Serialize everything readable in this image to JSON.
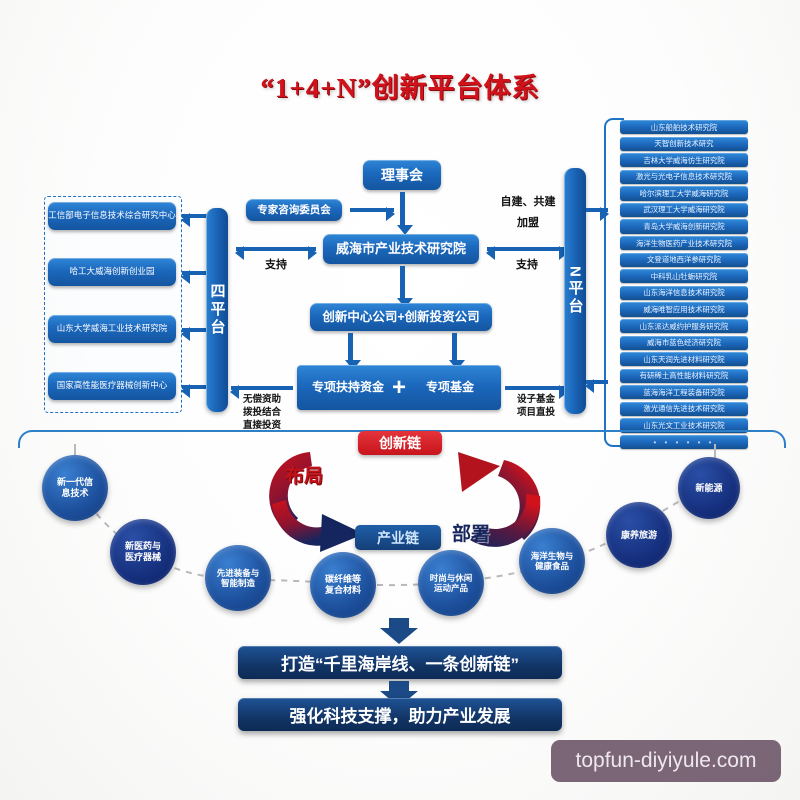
{
  "title": "“1+4+N”创新平台体系",
  "left_panel": {
    "name": "四平台",
    "bar_label": "四平台",
    "items": [
      {
        "label": "工信部电子信息技术综合研究中心"
      },
      {
        "label": "哈工大威海创新创业园"
      },
      {
        "label": "山东大学威海工业技术研究院"
      },
      {
        "label": "国家高性能医疗器械创新中心"
      }
    ]
  },
  "center": {
    "board": "理事会",
    "advisory": "专家咨询委员会",
    "institute": "威海市产业技术研究院",
    "companies": "创新中心公司+创新投资公司",
    "fund_left": "专项扶持资金",
    "fund_plus": "+",
    "fund_right": "专项基金",
    "support_left": "支持",
    "support_right": "支持",
    "mode_right_line1": "自建、共建",
    "mode_right_line2": "加盟",
    "note_left": "无偿资助\n拨投结合\n直接投资",
    "note_right": "设子基金\n项目直投"
  },
  "right_panel": {
    "bar_label": "N平台",
    "items": [
      "山东船舶技术研究院",
      "天智创新技术研究",
      "吉林大学威海仿生研究院",
      "激光与光电子信息技术研究院",
      "哈尔滨理工大学威海研究院",
      "武汉理工大学威海研究院",
      "青岛大学威海创新研究院",
      "海洋生物医药产业技术研究院",
      "文登道地西洋参研究院",
      "中科乳山牡蛎研究院",
      "山东海洋信息技术研究院",
      "威海唯智应用技术研究院",
      "山东派达威约护服务研究院",
      "威海市蓝色经济研究院",
      "山东天润先进材料研究院",
      "有研稀土高性能材料研究院",
      "蓝海海洋工程装备研究院",
      "激光通信先进技术研究院",
      "山东光文工业技术研究院",
      "• • • • • •"
    ]
  },
  "chain": {
    "innovation_chain": "创新链",
    "industry_chain": "产业链",
    "left_arrow_word": "布局",
    "right_arrow_word": "部署"
  },
  "industries": [
    {
      "label": "新一代信\n息技术",
      "tone": "mid"
    },
    {
      "label": "新医药与\n医疗器械",
      "tone": "dark"
    },
    {
      "label": "先进装备与\n智能制造",
      "tone": "mid"
    },
    {
      "label": "碳纤维等\n复合材料",
      "tone": "mid"
    },
    {
      "label": "时尚与休闲\n运动产品",
      "tone": "mid"
    },
    {
      "label": "海洋生物与\n健康食品",
      "tone": "mid"
    },
    {
      "label": "康养旅游",
      "tone": "dark"
    },
    {
      "label": "新能源",
      "tone": "dark"
    }
  ],
  "bottom": {
    "banner1": "打造“千里海岸线、一条创新链”",
    "banner2": "强化科技支撑，助力产业发展"
  },
  "watermark": "topfun-diyiyule.com",
  "colors": {
    "accent_red": "#c8141c",
    "accent_blue": "#1862b4",
    "dark_navy": "#123566"
  }
}
